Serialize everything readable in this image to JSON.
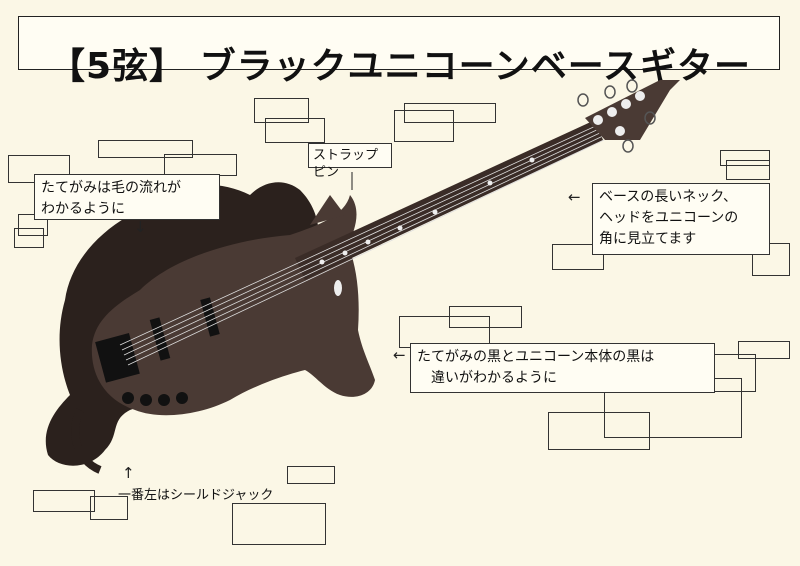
{
  "title": "【5弦】 ブラックユニコーンベースギター",
  "notes": {
    "mane": {
      "line1": "たてがみは毛の流れが",
      "line2": "わかるように"
    },
    "neck": {
      "line1": "ベースの長いネック、",
      "line2": "ヘッドをユニコーンの",
      "line3": "角に見立てます"
    },
    "black": {
      "line1": "たてがみの黒とユニコーン本体の黒は",
      "line2": "違いがわかるように"
    },
    "strap_pin": "ストラップピン",
    "jack": "一番左はシールドジャック"
  },
  "arrows": {
    "left": "←",
    "down": "↓",
    "up": "↑"
  },
  "colors": {
    "background": "#fbf7e6",
    "body": "#4a3a34",
    "mane": "#2b211d",
    "neck": "#5a4842",
    "fretboard": "#3a2c27"
  }
}
